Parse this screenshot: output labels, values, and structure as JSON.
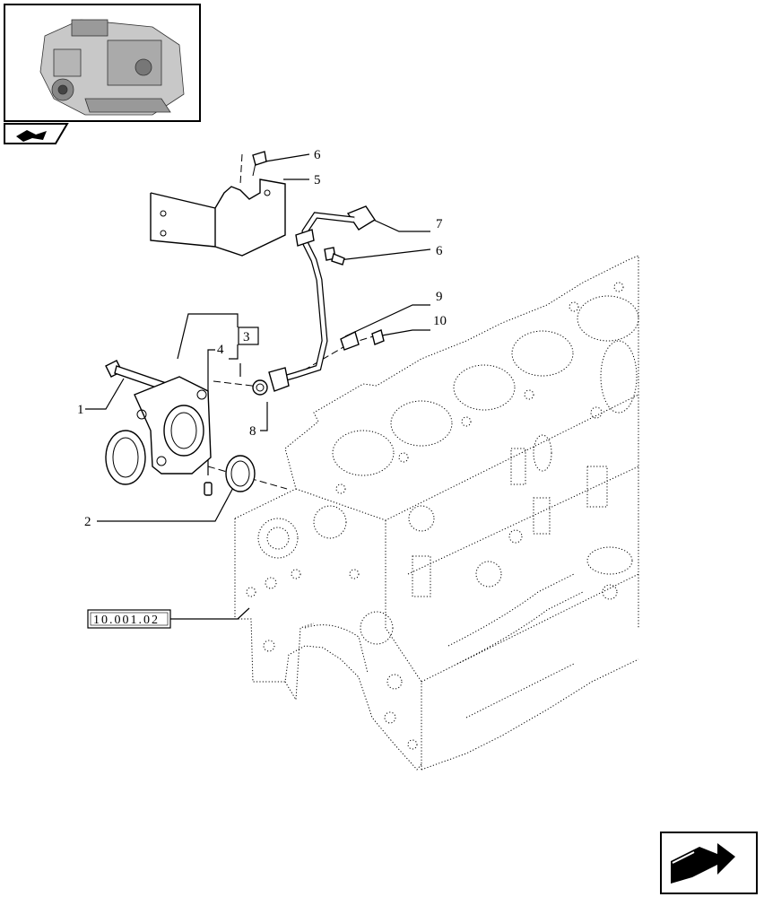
{
  "callouts": {
    "c1": "1",
    "c2": "2",
    "c3": "3",
    "c4": "4",
    "c5": "5",
    "c6_upper": "6",
    "c6_lower": "6",
    "c7": "7",
    "c8": "8",
    "c9": "9",
    "c10": "10"
  },
  "reference": {
    "code": "10.001.02"
  },
  "icons": {
    "thumbnail": "engine-thumbnail",
    "model_tab": "model-tab-icon",
    "navigation": "next-page-arrow-icon"
  }
}
